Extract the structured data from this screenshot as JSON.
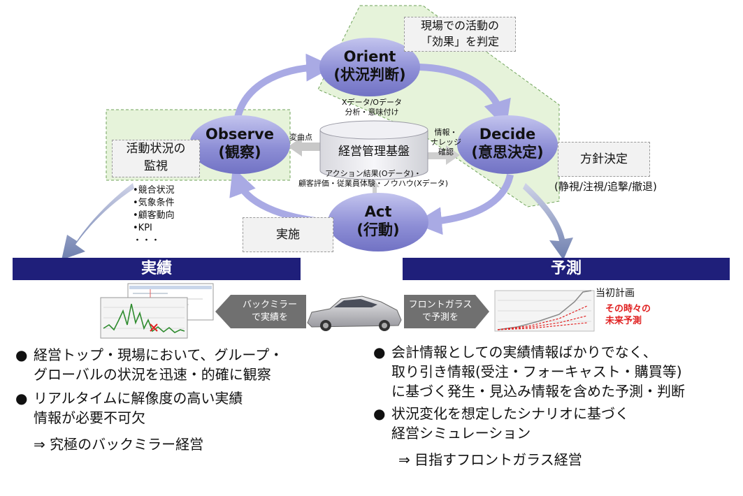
{
  "diagram": {
    "nodes": {
      "orient": {
        "en": "Orient",
        "jp": "(状況判断)"
      },
      "observe": {
        "en": "Observe",
        "jp": "(観察)"
      },
      "decide": {
        "en": "Decide",
        "jp": "(意思決定)"
      },
      "act": {
        "en": "Act",
        "jp": "(行動)"
      },
      "database": "経営管理基盤"
    },
    "boxes": {
      "effect_line1": "現場での活動の",
      "effect_line2": "「効果」を判定",
      "monitor_line1": "活動状況の",
      "monitor_line2": "監視",
      "policy": "方針決定",
      "execute": "実施"
    },
    "annotations": {
      "orient_data_line1": "Xデータ/Oデータ",
      "orient_data_line2": "分析・意味付け",
      "inflection": "変曲点",
      "knowledge_line1": "情報・",
      "knowledge_line2": "ナレッジ",
      "knowledge_line3": "確認",
      "act_data_line1": "アクション結果(Oデータ)・",
      "act_data_line2": "顧客評価・従業員体験・ノウハウ(Xデータ)",
      "policy_options": "(静視/注視/追撃/撤退)"
    },
    "monitor_items": [
      "•競合状況",
      "•気象条件",
      "•顧客動向",
      "•KPI",
      "・・・"
    ]
  },
  "left_panel": {
    "banner": "実績",
    "arrow_label_line1": "バックミラー",
    "arrow_label_line2": "で実績を",
    "bullets": [
      {
        "line1": "経営トップ・現場において、グループ・",
        "line2": "グローバルの状況を迅速・的確に観察"
      },
      {
        "line1": "リアルタイムに解像度の高い実績",
        "line2": "情報が必要不可欠"
      }
    ],
    "conclusion": "⇒  究極のバックミラー経営"
  },
  "right_panel": {
    "banner": "予測",
    "arrow_label_line1": "フロントガラス",
    "arrow_label_line2": "で予測を",
    "chart_label_plan": "当初計画",
    "chart_label_forecast_line1": "その時々の",
    "chart_label_forecast_line2": "未来予測",
    "bullets": [
      {
        "line1": "会計情報としての実績情報ばかりでなく、",
        "line2": "取り引き情報(受注・フォーキャスト・購買等)",
        "line3": "に基づく発生・見込み情報を含めた予測・判断"
      },
      {
        "line1": "状況変化を想定したシナリオに基づく",
        "line2": "経営シミュレーション"
      }
    ],
    "conclusion": "⇒  目指すフロントガラス経営"
  },
  "colors": {
    "banner": "#1f1f7a",
    "node": "#8e8fd6",
    "cycle": "#a9aae4",
    "zone": "#e6f3da",
    "forecast": "#e02020"
  }
}
